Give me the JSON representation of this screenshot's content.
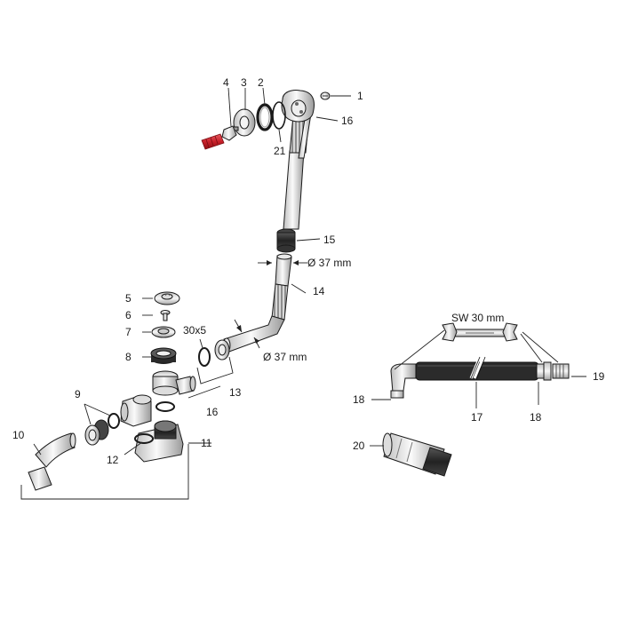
{
  "callouts": {
    "c1": "1",
    "c2": "2",
    "c3": "3",
    "c4": "4",
    "c5": "5",
    "c6": "6",
    "c7": "7",
    "c8": "8",
    "c9": "9",
    "c10": "10",
    "c11": "11",
    "c12": "12",
    "c13": "13",
    "c14": "14",
    "c15": "15",
    "c16a": "16",
    "c16b": "16",
    "c17": "17",
    "c18a": "18",
    "c18b": "18",
    "c19": "19",
    "c20": "20",
    "c21": "21"
  },
  "dims": {
    "dia_upper": "Ø 37 mm",
    "dia_lower": "Ø 37 mm",
    "seal_size": "30x5",
    "wrench_size": "SW 30 mm"
  },
  "colors": {
    "accent_red": "#c8202a",
    "line": "#1a1a1a",
    "hose": "#2b2b2b"
  }
}
